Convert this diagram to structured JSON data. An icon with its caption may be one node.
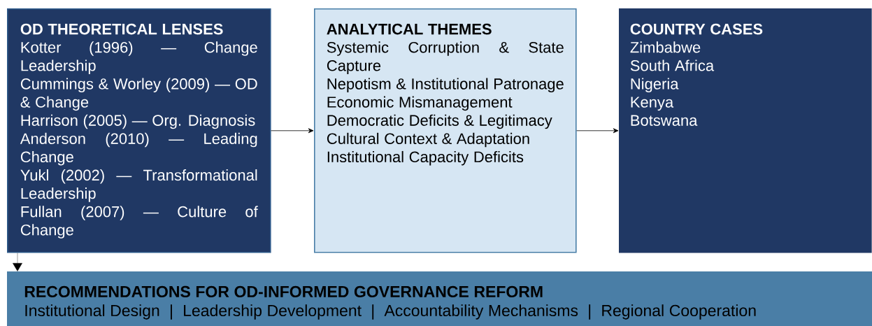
{
  "diagram": {
    "nodes": [
      {
        "text": [
          "OD THEORETICAL LENSES",
          "Kotter (1996) — Change Leadership",
          "Cummings & Worley (2009) — OD & Change",
          "Harrison (2005) — Org. Diagnosis",
          "Anderson (2010) — Leading Change",
          "Yukl (2002) — Transformational Leadership",
          "Fullan (2007) — Culture of Change"
        ]
      },
      {
        "text": [
          "ANALYTICAL THEMES",
          "Systemic Corruption & State Capture",
          "Nepotism & Institutional Patronage",
          "Economic Mismanagement",
          "Democratic Deficits & Legitimacy",
          "Cultural Context & Adaptation",
          "Institutional Capacity Deficits"
        ]
      },
      {
        "text": [
          "COUNTRY CASES",
          "Zimbabwe",
          "South Africa",
          "Nigeria",
          "Kenya",
          "Botswana"
        ]
      },
      {
        "text": [
          "RECOMMENDATIONS FOR OD-INFORMED GOVERNANCE REFORM",
          "Institutional Design | Leadership Development | Accountability Mechanisms | Regional Cooperation"
        ]
      }
    ],
    "edges": [
      {
        "from": 0,
        "to": 1,
        "arrow": "to"
      },
      {
        "from": 1,
        "to": 2,
        "arrow": "to"
      },
      {
        "from": 0,
        "to": 3,
        "arrow": "to"
      }
    ]
  }
}
